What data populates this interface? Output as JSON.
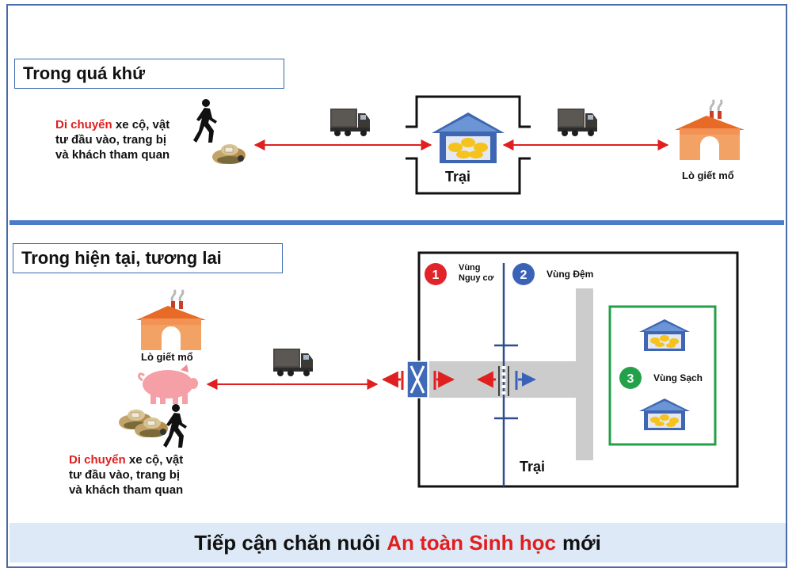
{
  "past": {
    "title": "Trong quá khứ",
    "desc_red": "Di chuyển",
    "desc_rest": "xe cộ, vật tư đầu vào, trang bị và khách tham quan",
    "farm_label": "Trại",
    "slaughterhouse_label": "Lò giết mổ"
  },
  "present": {
    "title": "Trong hiện tại, tương lai",
    "slaughterhouse_label": "Lò giết mổ",
    "desc_red": "Di chuyển",
    "desc_rest": "xe cộ, vật tư đầu vào, trang bị và khách tham quan",
    "farm_label": "Trại",
    "zones": [
      {
        "number": "1",
        "name_line1": "Vùng",
        "name_line2": "Nguy cơ",
        "color": "#e0242a"
      },
      {
        "number": "2",
        "name_line1": "Vùng Đệm",
        "color": "#3a63b8"
      },
      {
        "number": "3",
        "name_line1": "Vùng Sạch",
        "color": "#23a04a"
      }
    ]
  },
  "footer": {
    "prefix": "Tiếp cận chăn nuôi",
    "highlight": "An toàn Sinh học",
    "suffix": "mới"
  },
  "colors": {
    "frame": "#4a6aa8",
    "divider": "#4a7cc7",
    "arrow": "#e02020",
    "house_blue": "#4a72b8",
    "slaughter_orange": "#f2843a",
    "pig_pink": "#f4a0a6"
  }
}
